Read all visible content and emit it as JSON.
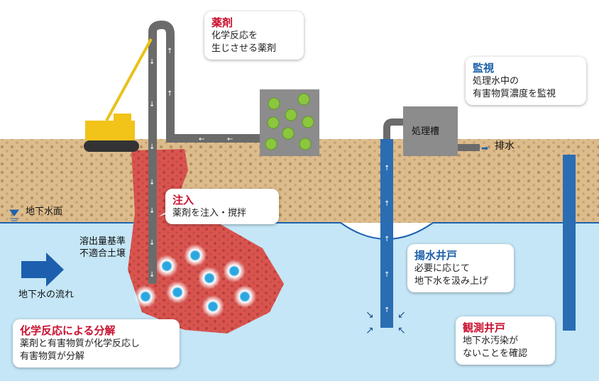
{
  "chemical": {
    "title": "薬剤",
    "line1": "化学反応を",
    "line2": "生じさせる薬剤"
  },
  "monitor": {
    "title": "監視",
    "line1": "処理水中の",
    "line2": "有害物質濃度を監視"
  },
  "tank_label": "処理槽",
  "drain_label": "排水",
  "water_table_label": "地下水面",
  "injection": {
    "title": "注入",
    "line1": "薬剤を注入・撹拌"
  },
  "soil_label": {
    "line1": "溶出量基準",
    "line2": "不適合土壌"
  },
  "flow_label": "地下水の流れ",
  "pump_well": {
    "title": "揚水井戸",
    "line1": "必要に応じて",
    "line2": "地下水を汲み上げ"
  },
  "decomposition": {
    "title": "化学反応による分解",
    "line1": "薬剤と有害物質が化学反応し",
    "line2": "有害物質が分解"
  },
  "observation_well": {
    "title": "観測井戸",
    "line1": "地下水汚染が",
    "line2": "ないことを確認"
  },
  "colors": {
    "soil": "#dcbc8c",
    "water": "#c4e6f6",
    "contamination": "#d9544f",
    "well": "#2a6db3",
    "accent": "#c8102e"
  }
}
